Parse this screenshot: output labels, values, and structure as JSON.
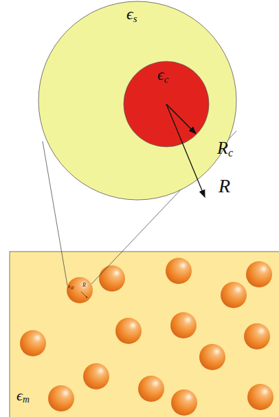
{
  "diagram": {
    "labels": [
      "ϵs",
      "ϵc",
      "Rc",
      "R",
      "ϵ@",
      "R",
      "ϵm"
    ]
  }
}
